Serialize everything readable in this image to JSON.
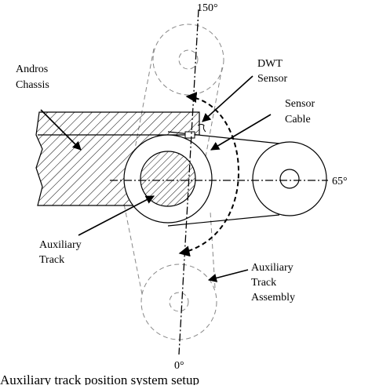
{
  "labels": {
    "angle_top": "150°",
    "angle_right": "65°",
    "angle_bottom": "0°",
    "chassis_line1": "Andros",
    "chassis_line2": "Chassis",
    "dwt_line1": "DWT",
    "dwt_line2": "Sensor",
    "cable_line1": "Sensor",
    "cable_line2": "Cable",
    "aux_track_line1": "Auxiliary",
    "aux_track_line2": "Track",
    "assembly_line1": "Auxiliary",
    "assembly_line2": "Track",
    "assembly_line3": "Assembly"
  },
  "caption": "Auxiliary track position system setup"
}
